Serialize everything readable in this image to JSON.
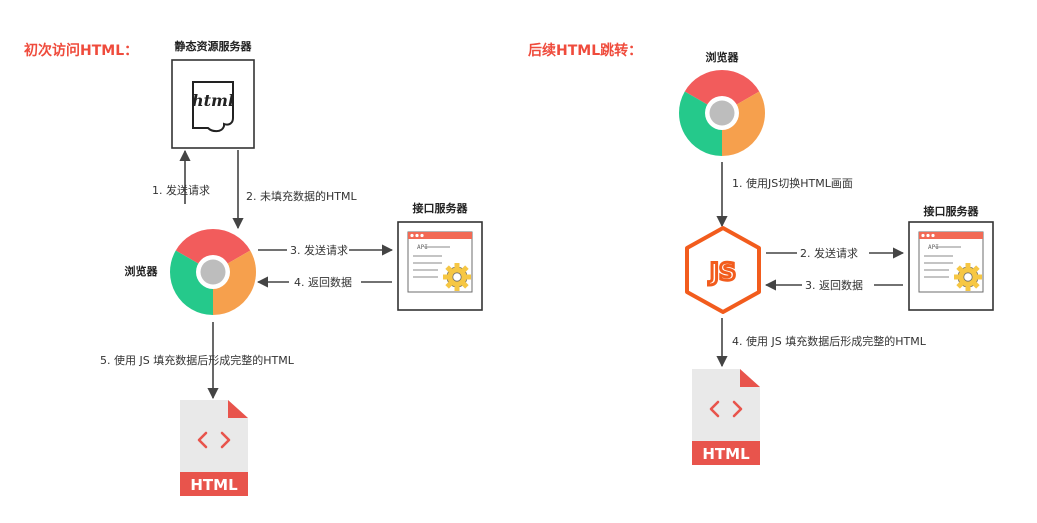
{
  "left_panel": {
    "title": "初次访问HTML：",
    "static_server": {
      "label": "静态资源服务器",
      "doc_text": "html"
    },
    "browser": {
      "label": "浏览器"
    },
    "api_server": {
      "label": "接口服务器",
      "api_text": "API"
    },
    "edges": {
      "e1": "1. 发送请求",
      "e2": "2. 未填充数据的HTML",
      "e3": "3. 发送请求",
      "e4": "4. 返回数据",
      "e5": "5. 使用 JS 填充数据后形成完整的HTML"
    },
    "html_file": {
      "badge": "HTML",
      "glyph": "< >"
    }
  },
  "right_panel": {
    "title": "后续HTML跳转：",
    "browser": {
      "label": "浏览器"
    },
    "js": {
      "text": "JS"
    },
    "api_server": {
      "label": "接口服务器",
      "api_text": "API"
    },
    "edges": {
      "e1": "1. 使用JS切换HTML画面",
      "e2": "2. 发送请求",
      "e3": "3. 返回数据",
      "e4": "4. 使用 JS 填充数据后形成完整的HTML"
    },
    "html_file": {
      "badge": "HTML",
      "glyph": "< >"
    }
  },
  "icons": {
    "browser": "chrome-browser-icon",
    "api": "api-window-gear-icon",
    "html_file": "html-file-icon",
    "js": "nodejs-hexagon-icon",
    "doc": "html-document-icon"
  },
  "colors": {
    "title_red": "#ef4b3c",
    "chrome_red": "#f25c5c",
    "chrome_green": "#25c98b",
    "chrome_orange": "#f6a04d",
    "chrome_center": "#bdbdbd",
    "js_orange": "#f25c1d",
    "html_red": "#e8544c",
    "file_gray": "#e9e9e9",
    "api_gear": "#f6c744"
  }
}
